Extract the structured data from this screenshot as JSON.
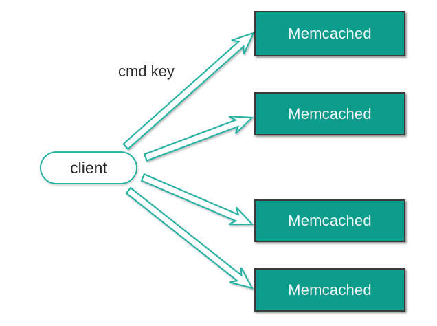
{
  "diagram": {
    "type": "fan-out",
    "client": {
      "label": "client"
    },
    "servers": [
      {
        "label": "Memcached"
      },
      {
        "label": "Memcached"
      },
      {
        "label": "Memcached"
      },
      {
        "label": "Memcached"
      }
    ],
    "edges": [
      {
        "from": "client",
        "to": "server-0",
        "label": "cmd key"
      },
      {
        "from": "client",
        "to": "server-1",
        "label": ""
      },
      {
        "from": "client",
        "to": "server-2",
        "label": ""
      },
      {
        "from": "client",
        "to": "server-3",
        "label": ""
      }
    ],
    "colors": {
      "background": "#ffffff",
      "server_fill": "#0d9b8c",
      "server_border": "#3b3b3b",
      "server_text": "#eef7f6",
      "client_fill": "#ffffff",
      "client_border": "#2bb3a4",
      "client_text": "#262626",
      "arrow_stroke": "#2bb3a4",
      "arrow_fill": "#ffffff",
      "label_text": "#2b2b2b"
    }
  }
}
